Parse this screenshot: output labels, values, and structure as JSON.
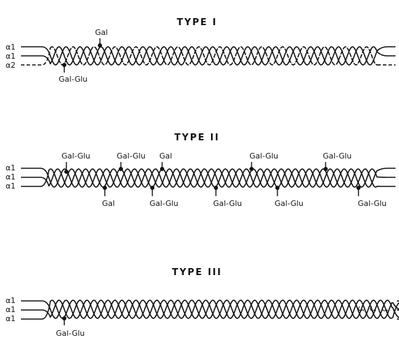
{
  "panels": [
    {
      "title": "TYPE I",
      "chains": [
        "α1",
        "α1",
        "α2"
      ],
      "dashed_chain_index": 2,
      "modifications": [
        {
          "label": "Gal",
          "side": "above",
          "index": 1
        },
        {
          "label": "Gal-Glu",
          "side": "below",
          "index": 0
        }
      ]
    },
    {
      "title": "TYPE II",
      "chains": [
        "α1",
        "α1",
        "α1"
      ],
      "modifications": [
        {
          "label": "Gal-Glu",
          "side": "above",
          "index": 0
        },
        {
          "label": "Gal-Glu",
          "side": "above",
          "index": 1
        },
        {
          "label": "Gal",
          "side": "above",
          "index": 2
        },
        {
          "label": "Gal-Glu",
          "side": "above",
          "index": 3
        },
        {
          "label": "Gal-Glu",
          "side": "above",
          "index": 4
        },
        {
          "label": "Gal",
          "side": "below",
          "index": 0
        },
        {
          "label": "Gal-Glu",
          "side": "below",
          "index": 1
        },
        {
          "label": "Gal-Glu",
          "side": "below",
          "index": 2
        },
        {
          "label": "Gal-Glu",
          "side": "below",
          "index": 3
        },
        {
          "label": "Gal-Glu",
          "side": "below",
          "index": 4
        }
      ]
    },
    {
      "title": "TYPE III",
      "chains": [
        "α1",
        "α1",
        "α1"
      ],
      "disulfide_bonds": true,
      "modifications": [
        {
          "label": "Gal-Glu",
          "side": "below",
          "index": 0
        }
      ]
    }
  ]
}
